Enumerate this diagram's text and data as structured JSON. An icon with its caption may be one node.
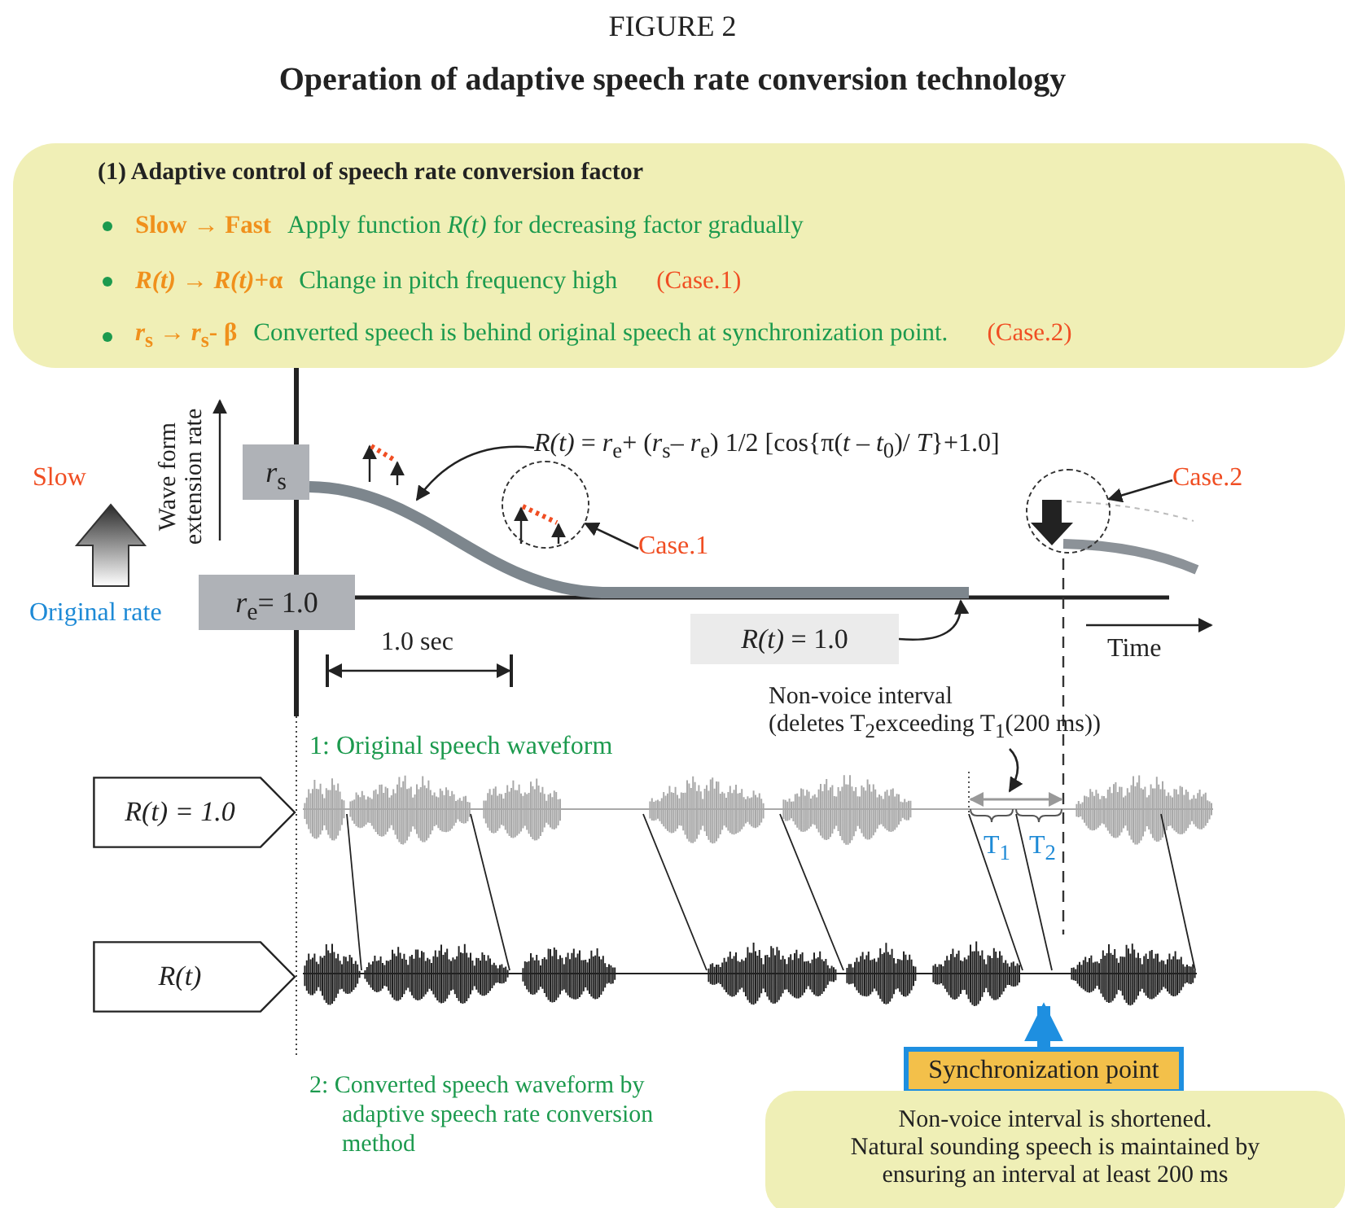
{
  "diagram": {
    "title": "Operation of adaptive speech rate conversion technology",
    "nodes": [
      {
        "text": [
          "(1) Adaptive control of speech rate conversion factor",
          "Slow → Fast",
          "Apply function *R(t)* for decreasing factor gradually",
          "*R(t)* → *R(t)*+α",
          "Change in pitch frequency high",
          "(Case.1)",
          "*r*$_{s}$ → *r*$_{s}$- β",
          "Converted speech is behind original speech at synchronization point.",
          "(Case.2)"
        ]
      },
      {
        "text": [
          "*r*$_{s}$"
        ]
      },
      {
        "text": [
          "*r*$_{e}$= 1.0"
        ]
      },
      {
        "text": [
          "*R(t)* = 1.0"
        ]
      },
      {
        "text": [
          "*R(t)* = *r*$_{e}$+ (*r*$_{s}$– *r*$_{e}$) 1/2 [cos{π(*t* – *t*$_{0}$)/ *T*}+1.0]"
        ]
      },
      {
        "text": [
          "Case.1"
        ]
      },
      {
        "text": [],
        "shape": "circle"
      },
      {
        "text": [
          "Case.2"
        ]
      },
      {
        "text": [],
        "shape": "circle"
      },
      {
        "text": [
          "Non-voice interval",
          "(deletes T$_{2}$exceeding T$_{1}$(200 ms))"
        ]
      },
      {
        "text": [
          "*R(t)* = 1.0"
        ]
      },
      {
        "text": [
          "*R(t)*"
        ]
      },
      {
        "text": [
          "Synchronization point"
        ]
      },
      {
        "text": [
          "Non-voice interval is shortened.",
          "Natural sounding speech is maintained by ensuring an interval at least 200 ms"
        ]
      },
      {
        "text": [],
        "shape": "line"
      },
      {
        "text": [],
        "shape": "line"
      },
      {
        "text": [],
        "shape": "picture"
      },
      {
        "text": [],
        "shape": "picture"
      }
    ],
    "edges": [
      {
        "from": 4,
        "to": 14,
        "arrow": "to"
      },
      {
        "from": 5,
        "to": 6,
        "arrow": "to"
      },
      {
        "from": 7,
        "to": 8,
        "arrow": "to"
      },
      {
        "from": 3,
        "to": 15,
        "arrow": "to"
      },
      {
        "from": 9,
        "to": 16,
        "arrow": "to"
      },
      {
        "from": 12,
        "to": 17,
        "arrow": "to",
        "style": "thick",
        "color": "#1e8fe0"
      },
      {
        "from": 16,
        "to": 17,
        "arrow": "none"
      },
      {
        "from": 16,
        "to": 17,
        "arrow": "none"
      },
      {
        "from": 16,
        "to": 17,
        "arrow": "none"
      },
      {
        "from": 16,
        "to": 17,
        "arrow": "none"
      },
      {
        "from": 16,
        "to": 17,
        "arrow": "none"
      },
      {
        "from": 16,
        "to": 17,
        "arrow": "none"
      },
      {
        "from": 16,
        "to": 17,
        "arrow": "none"
      }
    ],
    "labels": [
      "FIGURE 2",
      "Slow",
      "Wave form extension rate",
      "Original rate",
      "1.0 sec",
      "Time",
      "1: Original speech waveform",
      "T$_{1}$",
      "T$_{2}$",
      "2: Converted speech waveform by adaptive speech rate conversion method"
    ]
  }
}
